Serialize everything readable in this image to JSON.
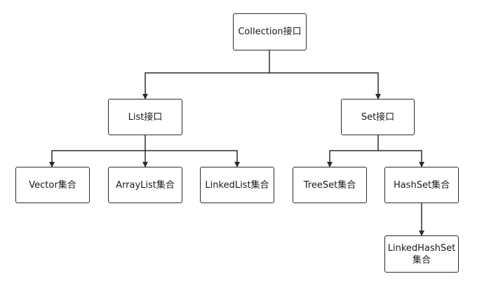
{
  "diagram": {
    "nodes": {
      "collection": "Collection接口",
      "list": "List接口",
      "set": "Set接口",
      "vector": "Vector集合",
      "arraylist": "ArrayList集合",
      "linkedlist": "LinkedList集合",
      "treeset": "TreeSet集合",
      "hashset": "HashSet集合",
      "linkedhashset": "LinkedHashSet\n集合"
    },
    "edges": [
      {
        "from": "collection",
        "to": "list"
      },
      {
        "from": "collection",
        "to": "set"
      },
      {
        "from": "list",
        "to": "vector"
      },
      {
        "from": "list",
        "to": "arraylist"
      },
      {
        "from": "list",
        "to": "linkedlist"
      },
      {
        "from": "set",
        "to": "treeset"
      },
      {
        "from": "set",
        "to": "hashset"
      },
      {
        "from": "hashset",
        "to": "linkedhashset"
      }
    ],
    "colors": {
      "line": "#2b2b2b",
      "border": "#2b2b2b",
      "text": "#1a1a1a"
    }
  }
}
